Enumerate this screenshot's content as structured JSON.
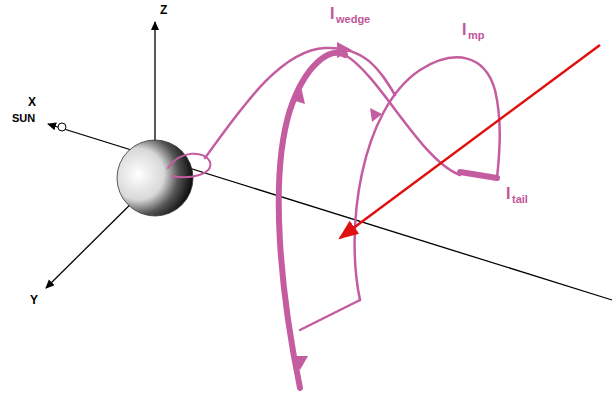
{
  "diagram": {
    "labels": [
      "Z",
      "X",
      "SUN",
      "Y",
      "I",
      "wedge",
      "I",
      "mp",
      "I",
      "tail"
    ]
  }
}
